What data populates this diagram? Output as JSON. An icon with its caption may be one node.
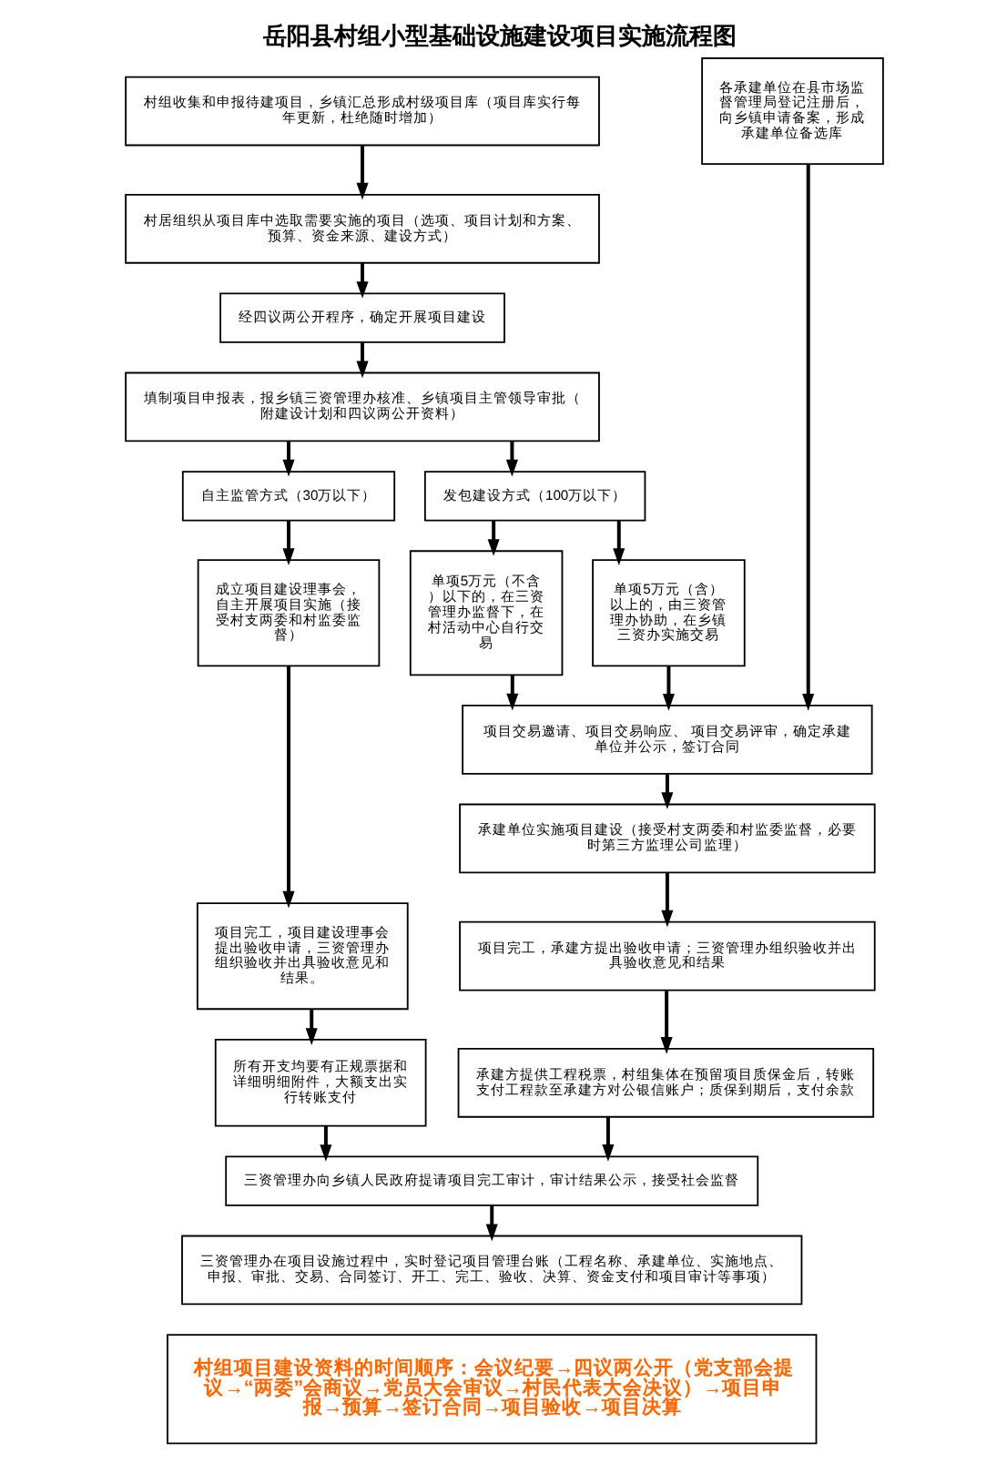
{
  "diagram": {
    "title": "岳阳县村组小型基础设施建设项目实施流程图",
    "nodes": [
      {
        "text": [
          "村组收集和申报待建项目，乡镇汇总形成村级项目库（项目库实行每年更新，杜绝随时增加）"
        ]
      },
      {
        "text": [
          "各承建单位在县市场监督管理局登记注册后，向乡镇申请备案，形成承建单位备选库"
        ]
      },
      {
        "text": [
          "村居组织从项目库中选取需要实施的项目（选项、项目计划和方案、预算、资金来源、建设方式）"
        ]
      },
      {
        "text": [
          "经四议两公开程序，确定开展项目建设"
        ]
      },
      {
        "text": [
          "填制项目申报表，报乡镇三资管理办核准、乡镇项目主管领导审批（附建设计划和四议两公开资料）"
        ]
      },
      {
        "text": [
          "自主监管方式（30万以下）"
        ]
      },
      {
        "text": [
          "发包建设方式（100万以下）"
        ]
      },
      {
        "text": [
          "成立项目建设理事会，自主开展项目实施（接受村支两委和村监委监督）"
        ]
      },
      {
        "text": [
          "单项5万元（不含）以下的，在三资管理办监督下，在村活动中心自行交易"
        ]
      },
      {
        "text": [
          "单项5万元（含）以上的，由三资管理办协助，在乡镇三资办实施交易"
        ]
      },
      {
        "text": [
          "项目交易邀请、项目交易响应、 项目交易评审，确定承建单位并公示，签订合同"
        ]
      },
      {
        "text": [
          "承建单位实施项目建设（接受村支两委和村监委监督，必要时第三方监理公司监理）"
        ]
      },
      {
        "text": [
          "项目完工，项目建设理事会提出验收申请，三资管理办组织验收并出具验收意见和结果。"
        ]
      },
      {
        "text": [
          "项目完工，承建方提出验收申请；三资管理办组织验收并出具验收意见和结果"
        ]
      },
      {
        "text": [
          "所有开支均要有正规票据和详细明细附件，大额支出实行转账支付"
        ]
      },
      {
        "text": [
          "承建方提供工程税票，村组集体在预留项目质保金后，转账支付工程款至承建方对公银信账户；质保到期后，支付余款"
        ]
      },
      {
        "text": [
          "三资管理办向乡镇人民政府提请项目完工审计，审计结果公示，接受社会监督"
        ]
      },
      {
        "text": [
          "三资管理办在项目设施过程中，实时登记项目管理台账（工程名称、承建单位、实施地点、申报、审批、交易、合同签订、开工、完工、验收、决算、资金支付和项目审计等事项）"
        ]
      },
      {
        "text": [
          "村组项目建设资料的时间顺序：会议纪要→四议两公开（党支部会提议→“两委”会商议→党员大会审议→村民代表大会决议）→项目申报→预算→签订合同→项目验收→项目决算"
        ]
      }
    ],
    "edges": [
      {
        "from": 0,
        "to": 2,
        "arrow": "to"
      },
      {
        "from": 2,
        "to": 3,
        "arrow": "to"
      },
      {
        "from": 3,
        "to": 4,
        "arrow": "to"
      },
      {
        "from": 4,
        "to": 5,
        "arrow": "to"
      },
      {
        "from": 4,
        "to": 6,
        "arrow": "to"
      },
      {
        "from": 5,
        "to": 7,
        "arrow": "to"
      },
      {
        "from": 6,
        "to": 8,
        "arrow": "to"
      },
      {
        "from": 6,
        "to": 9,
        "arrow": "to"
      },
      {
        "from": 8,
        "to": 10,
        "arrow": "to"
      },
      {
        "from": 9,
        "to": 10,
        "arrow": "to"
      },
      {
        "from": 1,
        "to": 10,
        "arrow": "to"
      },
      {
        "from": 10,
        "to": 11,
        "arrow": "to"
      },
      {
        "from": 7,
        "to": 12,
        "arrow": "to"
      },
      {
        "from": 11,
        "to": 13,
        "arrow": "to"
      },
      {
        "from": 12,
        "to": 14,
        "arrow": "to"
      },
      {
        "from": 13,
        "to": 15,
        "arrow": "to"
      },
      {
        "from": 14,
        "to": 16,
        "arrow": "to"
      },
      {
        "from": 15,
        "to": 16,
        "arrow": "to"
      },
      {
        "from": 16,
        "to": 17,
        "arrow": "to"
      }
    ]
  }
}
